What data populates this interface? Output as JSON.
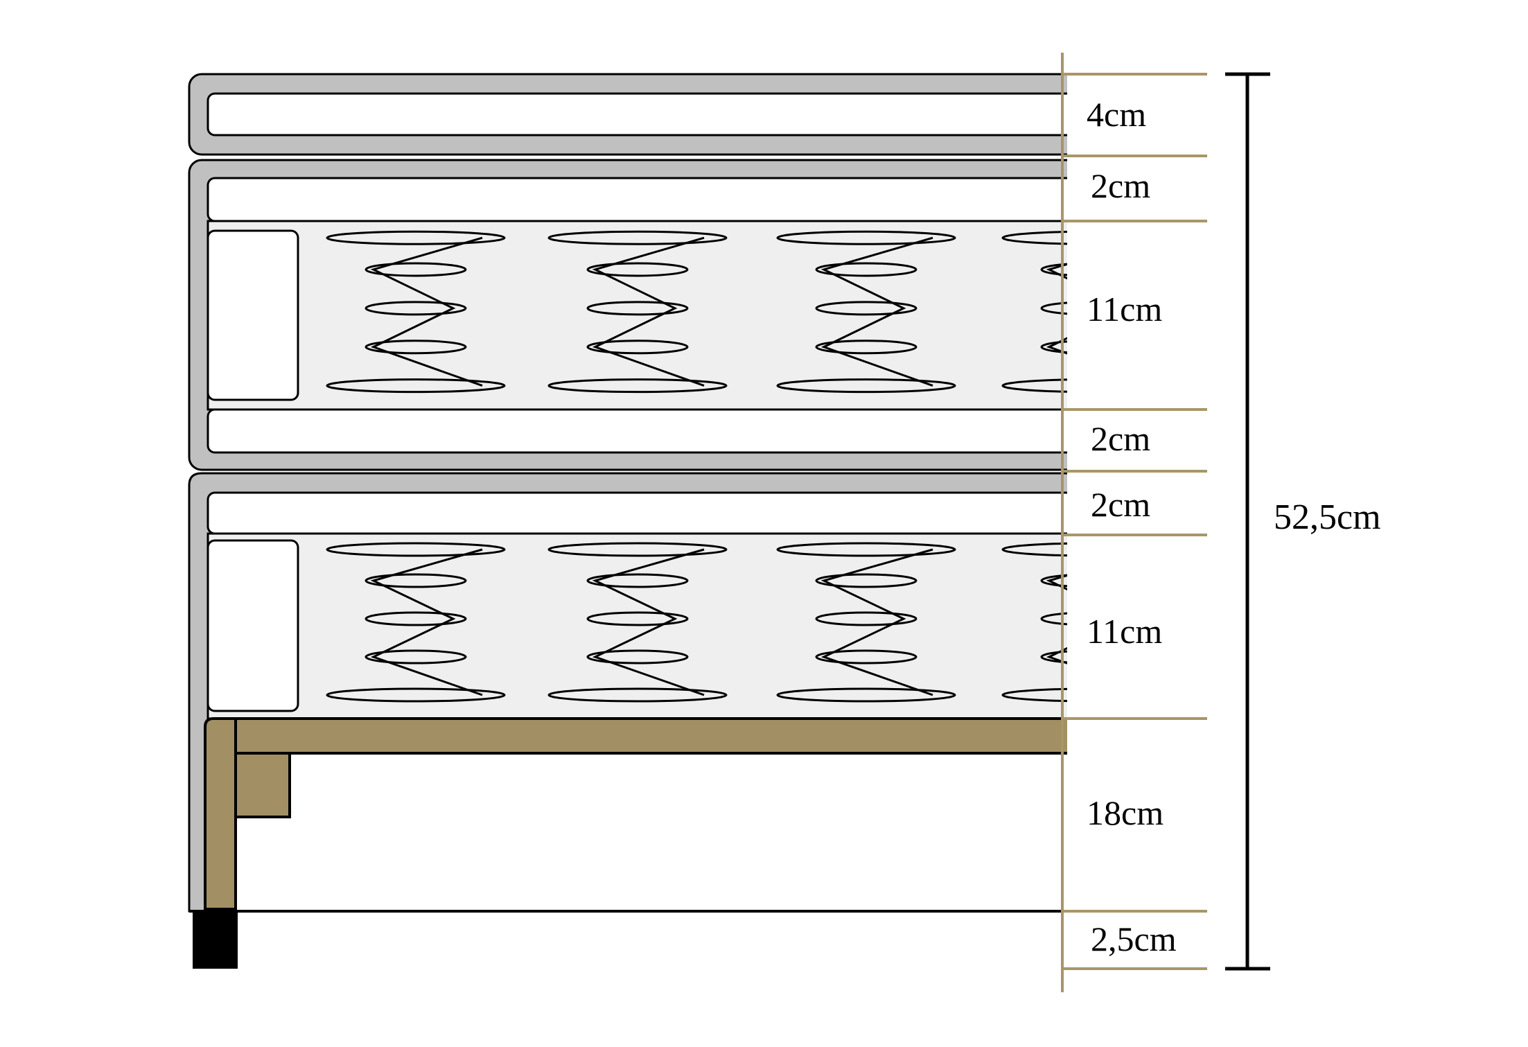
{
  "layers": [
    {
      "id": "topper",
      "label": "4cm",
      "thickness_cm": 4
    },
    {
      "id": "mattress-top-comfort",
      "label": "2cm",
      "thickness_cm": 2
    },
    {
      "id": "mattress-springs",
      "label": "11cm",
      "thickness_cm": 11
    },
    {
      "id": "mattress-bottom-comfort",
      "label": "2cm",
      "thickness_cm": 2
    },
    {
      "id": "box-top-comfort",
      "label": "2cm",
      "thickness_cm": 2
    },
    {
      "id": "box-springs",
      "label": "11cm",
      "thickness_cm": 11
    },
    {
      "id": "base-frame",
      "label": "18cm",
      "thickness_cm": 18
    },
    {
      "id": "legs",
      "label": "2,5cm",
      "thickness_cm": 2.5
    }
  ],
  "total": {
    "label": "52,5cm",
    "value_cm": 52.5
  },
  "colors": {
    "upholstery": "#c0c0c0",
    "padding": "#ffffff",
    "spring_core": "#efefef",
    "wood": "#a28f63",
    "leg": "#000000",
    "guide": "#a89668",
    "line": "#000000"
  }
}
